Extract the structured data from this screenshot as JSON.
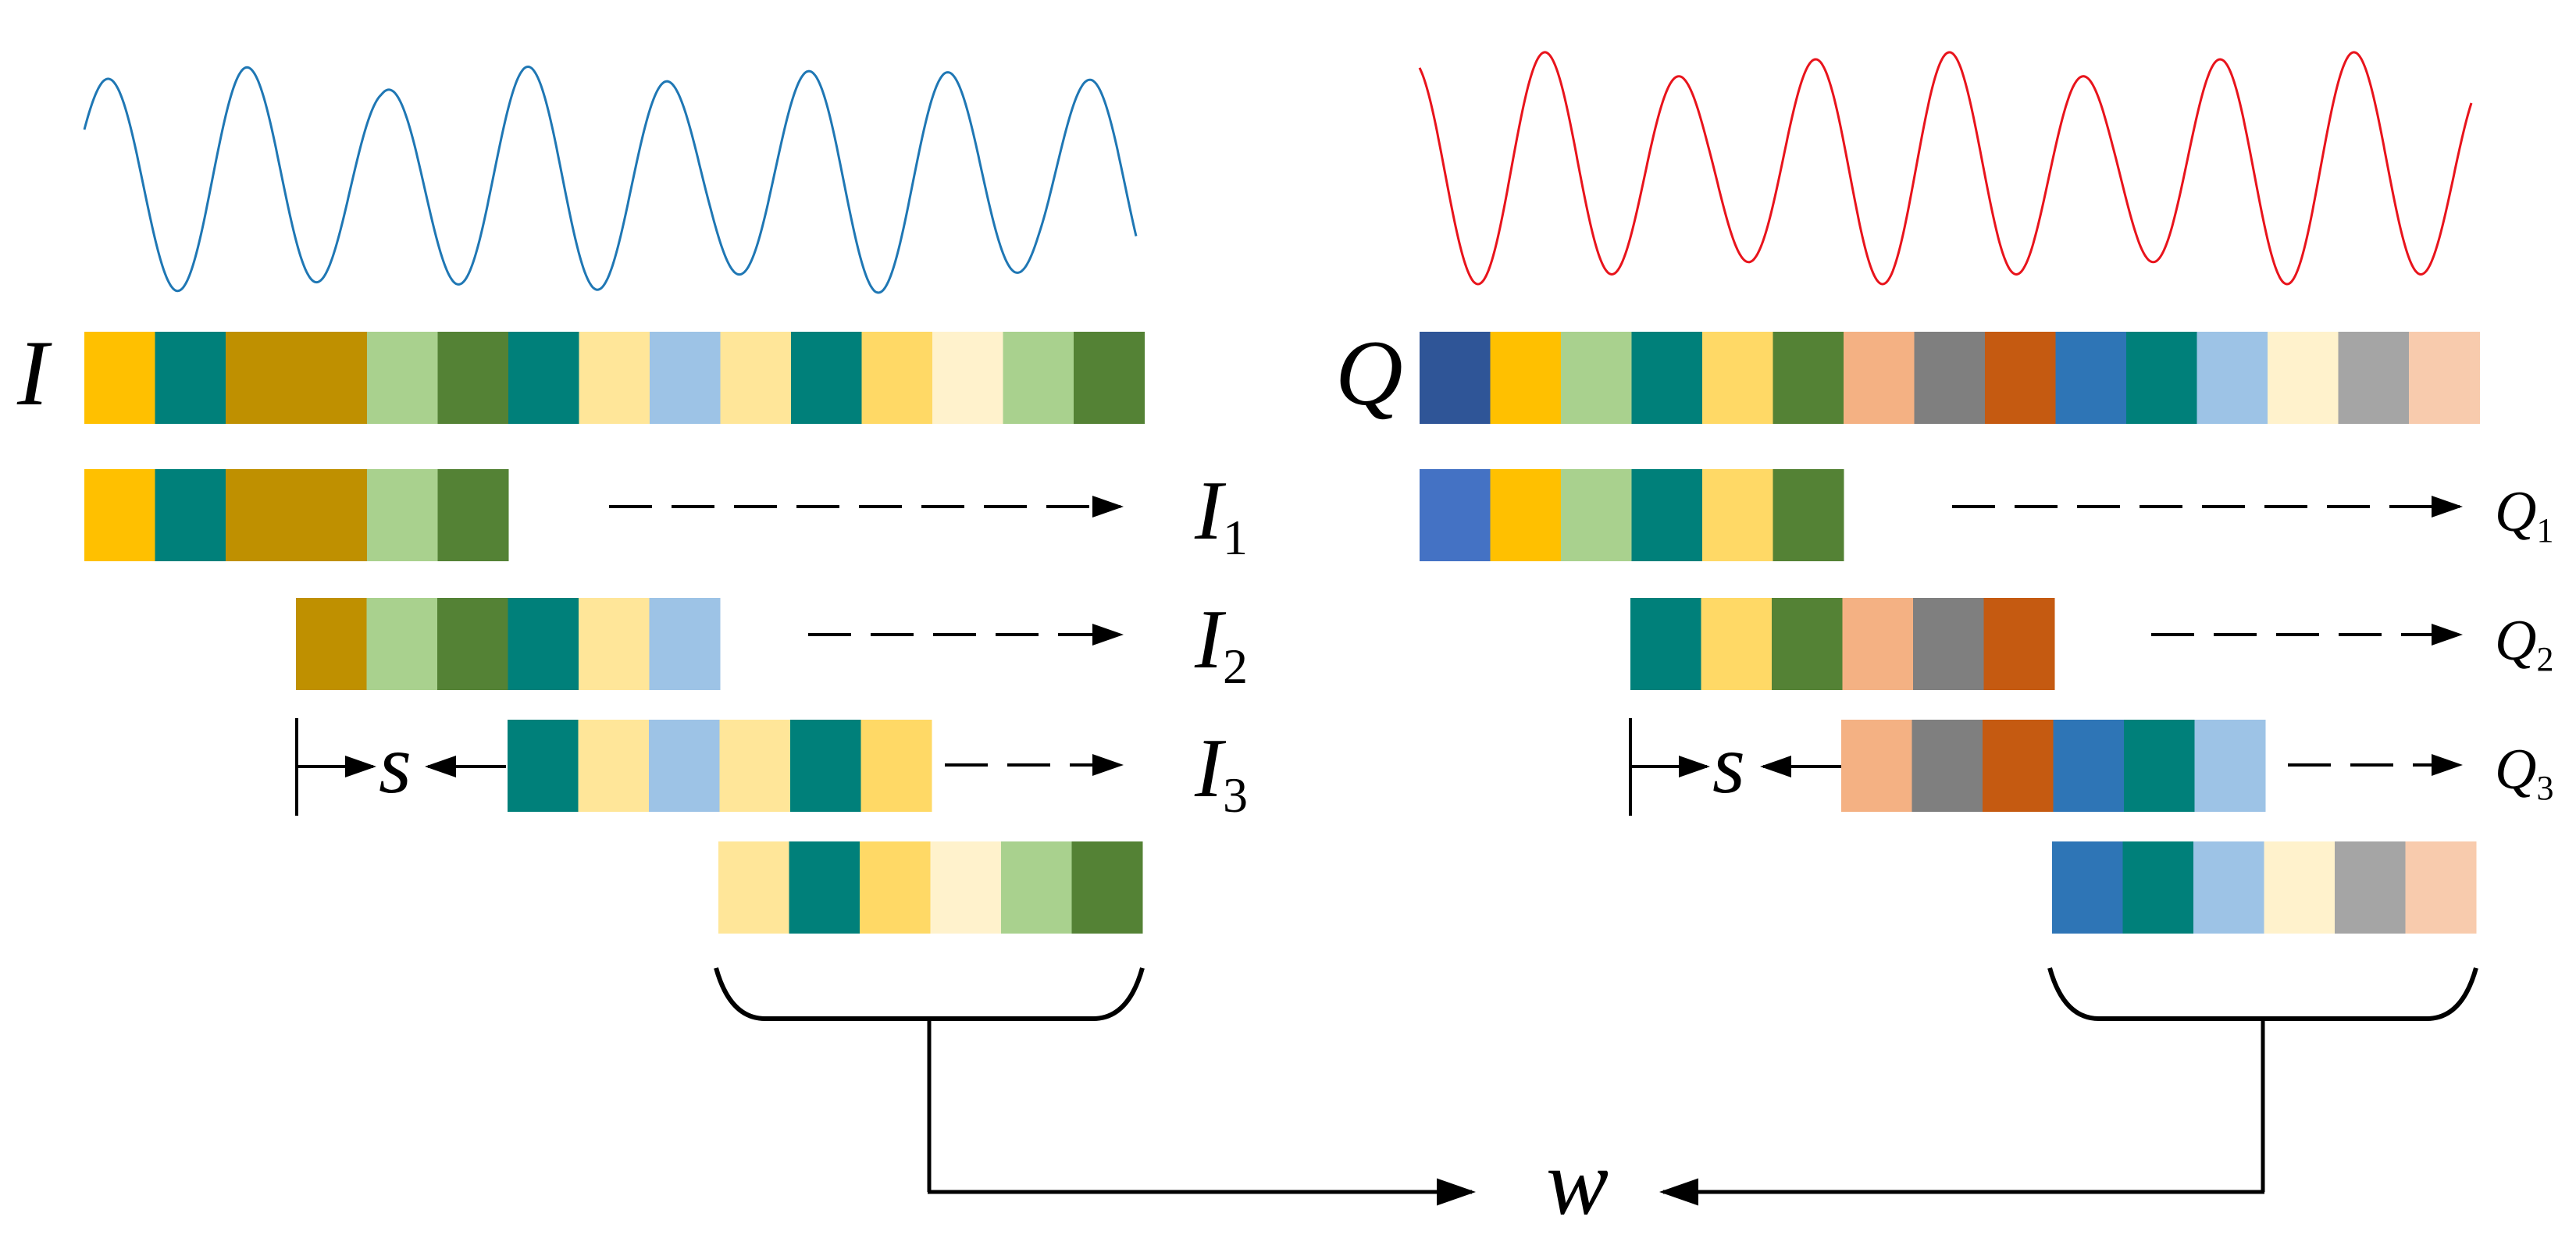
{
  "left": {
    "label": "I",
    "wave_color": "#1f77b4",
    "sequence_colors": [
      "#FFC000",
      "#00807A",
      "#BF9000",
      "#BF9000",
      "#A9D18E",
      "#548235",
      "#00807A",
      "#FFE699",
      "#9DC3E6",
      "#FFE699",
      "#00807A",
      "#FFD966",
      "#FFF2CC",
      "#A9D18E",
      "#548235"
    ],
    "windows": [
      {
        "label": "I",
        "sub": "1",
        "colors": [
          "#FFC000",
          "#00807A",
          "#BF9000",
          "#BF9000",
          "#A9D18E",
          "#548235"
        ]
      },
      {
        "label": "I",
        "sub": "2",
        "colors": [
          "#BF9000",
          "#A9D18E",
          "#548235",
          "#00807A",
          "#FFE699",
          "#9DC3E6"
        ]
      },
      {
        "label": "I",
        "sub": "3",
        "colors": [
          "#00807A",
          "#FFE699",
          "#9DC3E6",
          "#FFE699",
          "#00807A",
          "#FFD966"
        ]
      },
      {
        "label": "",
        "sub": "",
        "colors": [
          "#FFE699",
          "#00807A",
          "#FFD966",
          "#FFF2CC",
          "#A9D18E",
          "#548235"
        ]
      }
    ],
    "stride_label": "s"
  },
  "right": {
    "label": "Q",
    "wave_color": "#e8141c",
    "sequence_colors": [
      "#2F5597",
      "#FFC000",
      "#A9D18E",
      "#00807A",
      "#FFD966",
      "#548235",
      "#F4B183",
      "#7F7F7F",
      "#C55A11",
      "#2E75B6",
      "#00807A",
      "#9DC3E6",
      "#FFF2CC",
      "#A5A5A5",
      "#F8CBAD"
    ],
    "windows": [
      {
        "label": "Q",
        "sub": "1",
        "colors": [
          "#4472C4",
          "#FFC000",
          "#A9D18E",
          "#00807A",
          "#FFD966",
          "#548235"
        ]
      },
      {
        "label": "Q",
        "sub": "2",
        "colors": [
          "#00807A",
          "#FFD966",
          "#548235",
          "#F4B183",
          "#7F7F7F",
          "#C55A11"
        ]
      },
      {
        "label": "Q",
        "sub": "3",
        "colors": [
          "#F4B183",
          "#7F7F7F",
          "#C55A11",
          "#2E75B6",
          "#00807A",
          "#9DC3E6"
        ]
      },
      {
        "label": "",
        "sub": "",
        "colors": [
          "#2E75B6",
          "#00807A",
          "#9DC3E6",
          "#FFF2CC",
          "#A5A5A5",
          "#F8CBAD"
        ]
      }
    ],
    "stride_label": "s"
  },
  "output_label": "w"
}
